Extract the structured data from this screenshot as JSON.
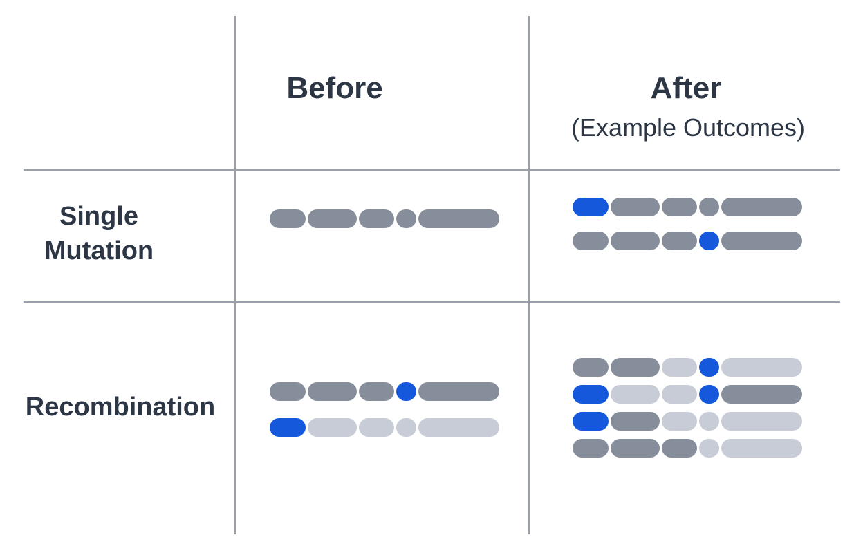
{
  "headers": {
    "before": "Before",
    "after": "After",
    "after_subtitle": "(Example Outcomes)"
  },
  "row_labels": {
    "single_mutation_line1": "Single",
    "single_mutation_line2": "Mutation",
    "recombination": "Recombination"
  },
  "colors": {
    "text": "#2d3644",
    "grid_line": "#9aa0ab",
    "segment_dark": "#878e9b",
    "segment_light": "#c7ccd6",
    "segment_blue": "#1658dc"
  },
  "segment_widths": [
    52,
    71,
    51,
    29,
    117
  ],
  "sequences": {
    "single_mutation": {
      "before": [
        [
          "dark",
          "dark",
          "dark",
          "dark",
          "dark"
        ]
      ],
      "after": [
        [
          "blue",
          "dark",
          "dark",
          "dark",
          "dark"
        ],
        [
          "dark",
          "dark",
          "dark",
          "blue",
          "dark"
        ]
      ]
    },
    "recombination": {
      "before": [
        [
          "dark",
          "dark",
          "dark",
          "blue",
          "dark"
        ],
        [
          "blue",
          "light",
          "light",
          "light",
          "light"
        ]
      ],
      "after": [
        [
          "dark",
          "dark",
          "light",
          "blue",
          "light"
        ],
        [
          "blue",
          "light",
          "light",
          "blue",
          "dark"
        ],
        [
          "blue",
          "dark",
          "light",
          "light",
          "light"
        ],
        [
          "dark",
          "dark",
          "dark",
          "light",
          "light"
        ]
      ]
    }
  }
}
